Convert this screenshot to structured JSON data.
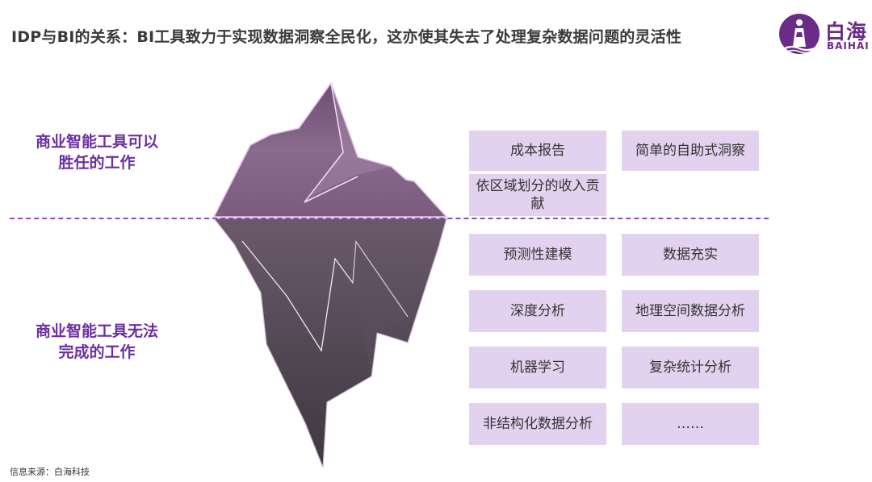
{
  "header": {
    "title": "IDP与BI的关系：BI工具致力于实现数据洞察全民化，这亦使其失去了处理复杂数据问题的灵活性"
  },
  "logo": {
    "name_cn": "白海",
    "name_en": "BAIHAI",
    "icon": "lighthouse-logo-icon"
  },
  "labels": {
    "above_line": [
      "商业智能工具可以",
      "胜任的工作"
    ],
    "below_line": [
      "商业智能工具无法",
      "完成的工作"
    ]
  },
  "above_items": [
    "成本报告",
    "简单的自助式洞察",
    "依区域划分的收入贡献"
  ],
  "below_items": [
    "预测性建模",
    "数据充实",
    "深度分析",
    "地理空间数据分析",
    "机器学习",
    "复杂统计分析",
    "非结构化数据分析",
    "……"
  ],
  "footer": {
    "source": "信息来源：白海科技"
  },
  "colors": {
    "accent": "#6b2fa0",
    "box_fill": "#e3d2ef",
    "divider": "#8a4fa8",
    "iceberg_top": "#7b5c80",
    "iceberg_bottom": "#4a4348"
  }
}
